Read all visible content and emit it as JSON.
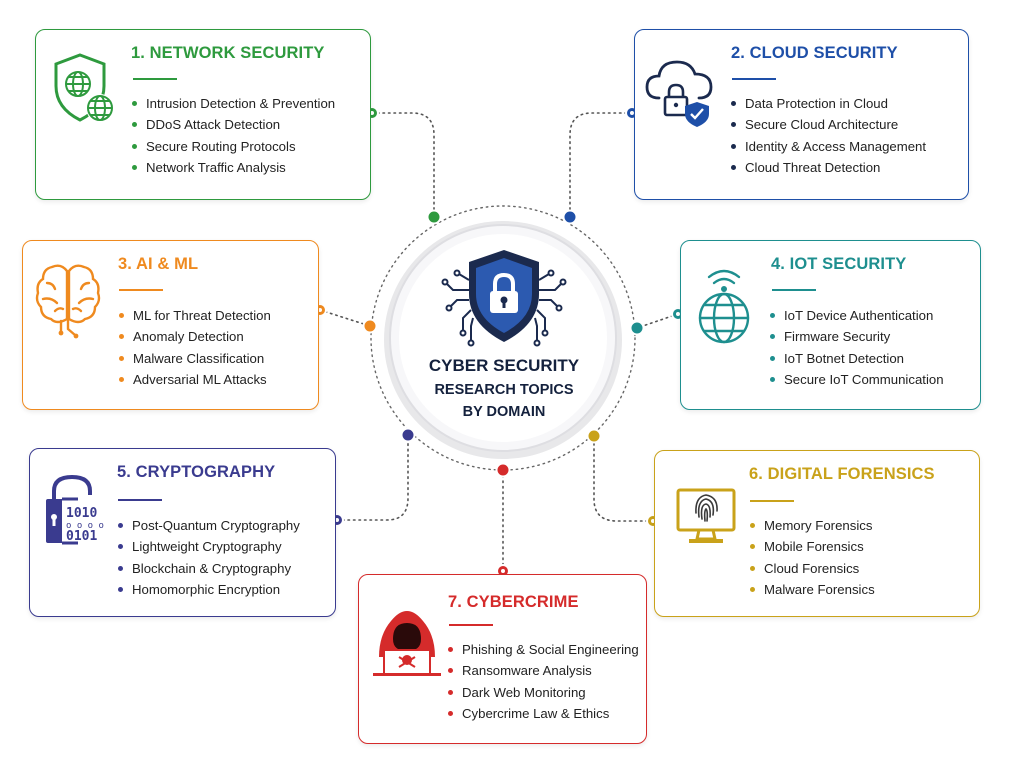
{
  "hub": {
    "line1": "CYBER SECURITY",
    "line2": "RESEARCH TOPICS",
    "line3": "BY DOMAIN"
  },
  "colors": {
    "network": "#2e9a3e",
    "cloud": "#1e4fa8",
    "ai": "#ef8a1f",
    "iot": "#1e8f8f",
    "crypto": "#3a3b8f",
    "forensics": "#c9a21a",
    "cybercrime": "#d52b2b",
    "hub_text": "#14213d"
  },
  "domains": [
    {
      "key": "network",
      "icon": "shield-globe-icon",
      "title": "1. NETWORK SECURITY",
      "items": [
        "Intrusion Detection & Prevention",
        "DDoS Attack Detection",
        "Secure Routing Protocols",
        "Network Traffic Analysis"
      ]
    },
    {
      "key": "cloud",
      "icon": "cloud-lock-icon",
      "title": "2. CLOUD SECURITY",
      "items": [
        "Data Protection in Cloud",
        "Secure Cloud Architecture",
        "Identity & Access Management",
        "Cloud Threat Detection"
      ]
    },
    {
      "key": "ai",
      "icon": "brain-circuit-icon",
      "title": "3. AI & ML",
      "items": [
        "ML for Threat Detection",
        "Anomaly Detection",
        "Malware Classification",
        "Adversarial ML Attacks"
      ]
    },
    {
      "key": "iot",
      "icon": "wireless-globe-icon",
      "title": "4. IOT SECURITY",
      "items": [
        "IoT Device Authentication",
        "Firmware Security",
        "IoT Botnet Detection",
        "Secure IoT Communication"
      ]
    },
    {
      "key": "crypto",
      "icon": "binary-lock-icon",
      "title": "5. CRYPTOGRAPHY",
      "items": [
        "Post-Quantum Cryptography",
        "Lightweight Cryptography",
        "Blockchain & Cryptography",
        "Homomorphic Encryption"
      ]
    },
    {
      "key": "forensics",
      "icon": "fingerprint-monitor-icon",
      "title": "6. DIGITAL FORENSICS",
      "items": [
        "Memory Forensics",
        "Mobile Forensics",
        "Cloud Forensics",
        "Malware Forensics"
      ]
    },
    {
      "key": "cybercrime",
      "icon": "hooded-hacker-icon",
      "title": "7. CYBERCRIME",
      "items": [
        "Phishing & Social Engineering",
        "Ransomware Analysis",
        "Dark Web Monitoring",
        "Cybercrime Law & Ethics"
      ]
    }
  ]
}
